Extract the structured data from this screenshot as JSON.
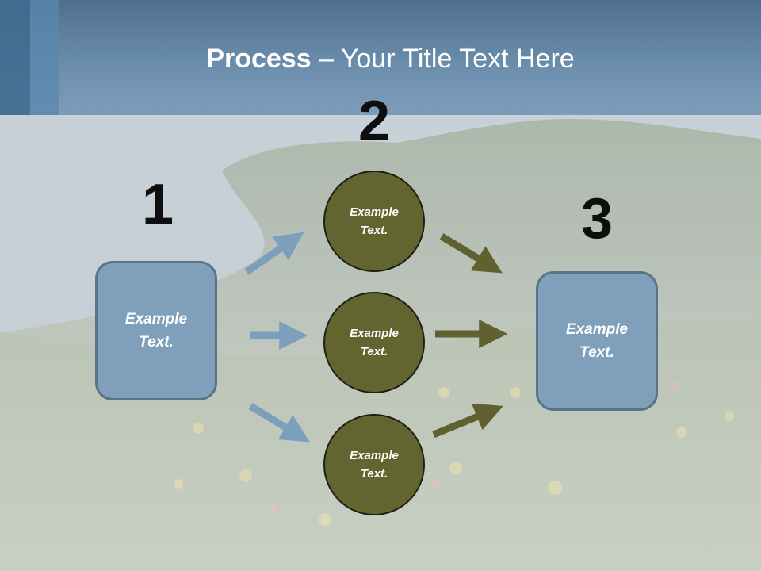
{
  "header": {
    "title_strong": "Process",
    "title_rest": " – Your Title Text Here"
  },
  "steps": [
    {
      "number": "1",
      "text": "Example\nText."
    },
    {
      "number": "2",
      "text": "Example\nText."
    },
    {
      "number": "3",
      "text": "Example\nText."
    }
  ],
  "middle_nodes": [
    {
      "text": "Example\nText."
    },
    {
      "text": "Example\nText."
    },
    {
      "text": "Example\nText."
    }
  ],
  "colors": {
    "header": "#6d8fae",
    "box_fill": "#7f9fbb",
    "circle_fill": "#636530",
    "left_arrows": "#7c9fbd",
    "right_arrows": "#5f6130"
  }
}
